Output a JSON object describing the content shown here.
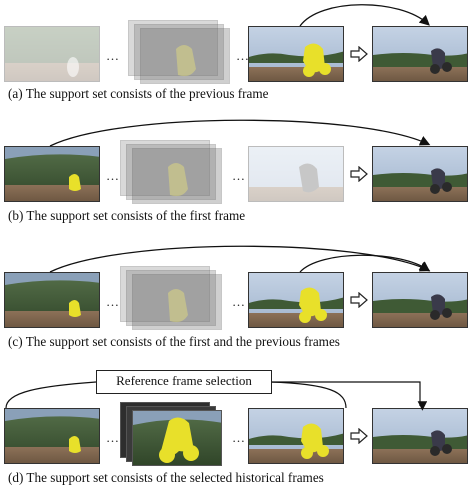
{
  "captions": {
    "a": "(a) The support set consists of the previous frame",
    "b": "(b) The support set consists of the first frame",
    "c": "(c) The support set consists of the first and the previous frames",
    "d": "(d) The support set consists of the selected historical frames"
  },
  "ellipsis": "…",
  "reference_box_label": "Reference frame selection",
  "colors": {
    "mask": "#e8e02a",
    "sky": "#aebfd6",
    "trees": "#3f5a35",
    "dirt": "#8a6e55",
    "grass": "#6f8a45",
    "rider": "#3a3a4a"
  }
}
